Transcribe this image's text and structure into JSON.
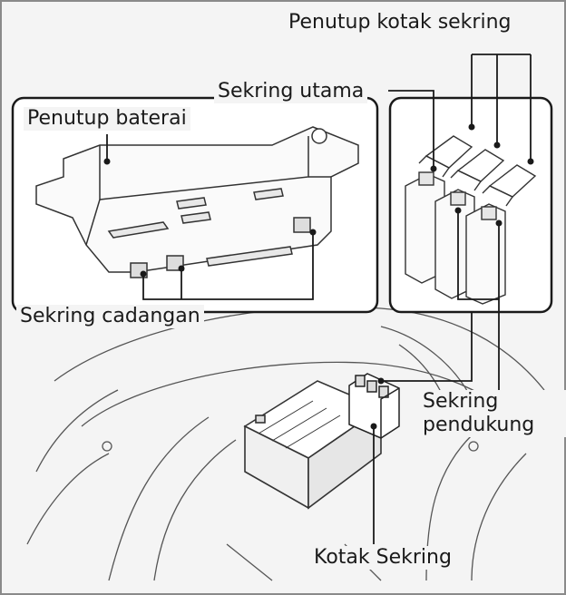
{
  "labels": {
    "penutup_kotak_sekring": "Penutup kotak sekring",
    "sekring_utama": "Sekring utama",
    "penutup_baterai": "Penutup baterai",
    "sekring_cadangan": "Sekring cadangan",
    "sekring_pendukung_line1": "Sekring",
    "sekring_pendukung_line2": "pendukung",
    "kotak_sekring": "Kotak Sekring"
  },
  "colors": {
    "frame": "#8a8a8a",
    "background": "#f4f4f4",
    "line": "#1a1a1a",
    "panel_fill": "#ffffff"
  }
}
